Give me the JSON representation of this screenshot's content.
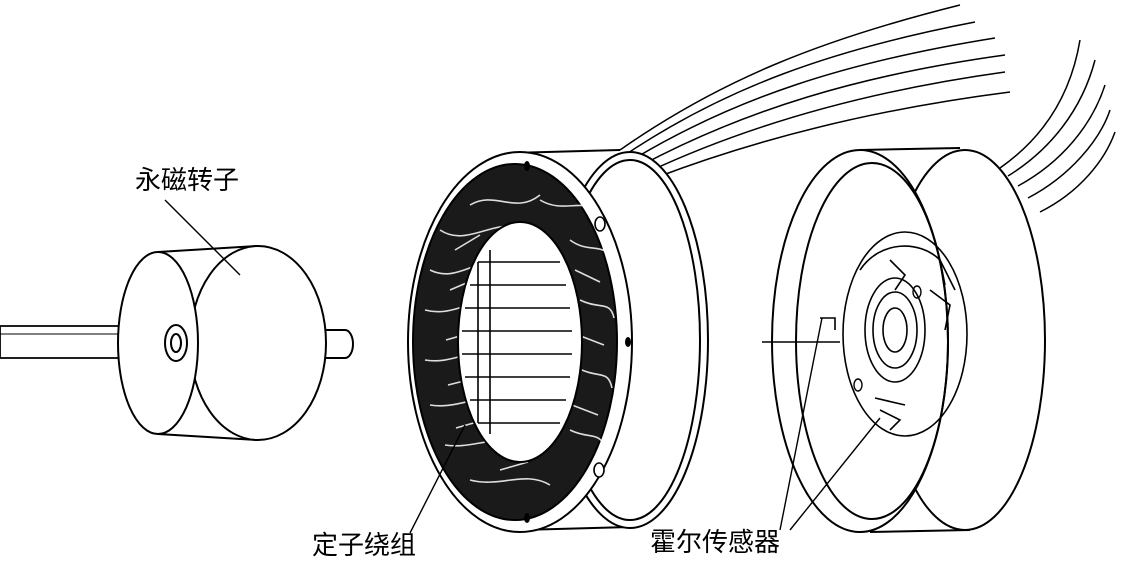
{
  "labels": {
    "rotor": "永磁转子",
    "stator_winding": "定子绕组",
    "hall_sensor": "霍尔传感器"
  },
  "colors": {
    "line": "#000000",
    "background": "#ffffff",
    "winding_dark": "#1a1a1a"
  }
}
